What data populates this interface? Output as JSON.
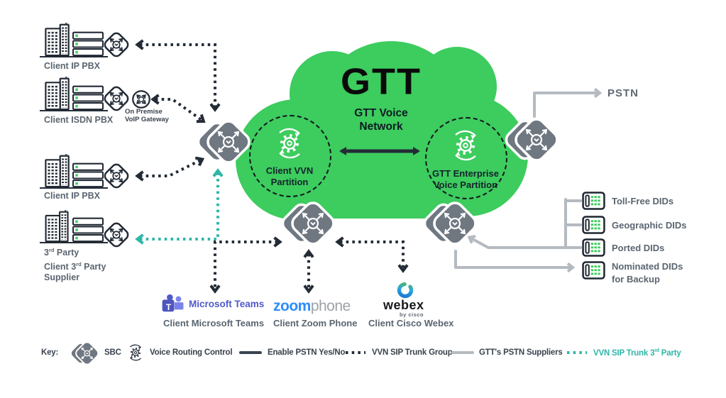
{
  "colors": {
    "cloud_green": "#3DCC5E",
    "dark_line": "#232B36",
    "teal_line": "#2FB5A9",
    "gray_line": "#B4BAC0",
    "sbc_gray": "#6F7781",
    "label_gray": "#5A6570",
    "teams_purple": "#5059C9",
    "zoom_blue": "#2D8CFF"
  },
  "icons": {
    "sbc": "sbc-diamond-arrows-icon",
    "voice_routing_control": "gear-sync-icon",
    "client_edge": "diamond-arrows-icon",
    "gateway": "circle-arrows-icon",
    "building": "office-building-icon",
    "servers": "server-stack-icon",
    "phone": "desk-phone-icon",
    "teams": "microsoft-teams-logo",
    "webex": "webex-swirl-logo"
  },
  "cloud": {
    "brand": "GTT",
    "title_line1": "GTT Voice",
    "title_line2": "Network",
    "left_partition_line1": "Client VVN",
    "left_partition_line2": "Partition",
    "right_partition_line1": "GTT Enterprise",
    "right_partition_line2": "Voice Partition"
  },
  "sources": {
    "row1_label": "Client IP PBX",
    "row2_label": "Client ISDN PBX",
    "row2_gateway_line1": "On Premise",
    "row2_gateway_line2": "VoIP Gateway",
    "row3_label": "Client IP PBX",
    "row4_line1_pre": "3",
    "row4_line1_sup": "rd",
    "row4_line1_rest": " Party",
    "row4_line2_pre": "Client 3",
    "row4_line2_sup": "rd",
    "row4_line2_rest": " Party",
    "row4_line3": "Supplier"
  },
  "pstn": {
    "label": "PSTN"
  },
  "dids": {
    "toll_free": "Toll-Free DIDs",
    "geographic": "Geographic DIDs",
    "ported": "Ported DIDs",
    "nominated_line1": "Nominated DIDs",
    "nominated_line2": "for Backup"
  },
  "platforms": {
    "teams_logo_letter": "T",
    "teams_logo": "Microsoft Teams",
    "teams_label": "Client Microsoft Teams",
    "zoom_logo_bold": "zoom",
    "zoom_logo_light": "phone",
    "zoom_label": "Client Zoom Phone",
    "webex_logo": "webex",
    "webex_sub": "by cisco",
    "webex_label": "Client Cisco Webex"
  },
  "legend": {
    "key": "Key:",
    "sbc": "SBC",
    "vrc": "Voice Routing Control",
    "enable_pstn": "Enable PSTN Yes/No",
    "vvn_group": "VVN SIP Trunk Group",
    "gtt_suppliers": "GTT's PSTN Suppliers",
    "vvn_3rd_pre": "VVN SIP Trunk 3",
    "vvn_3rd_sup": "rd",
    "vvn_3rd_rest": " Party"
  }
}
